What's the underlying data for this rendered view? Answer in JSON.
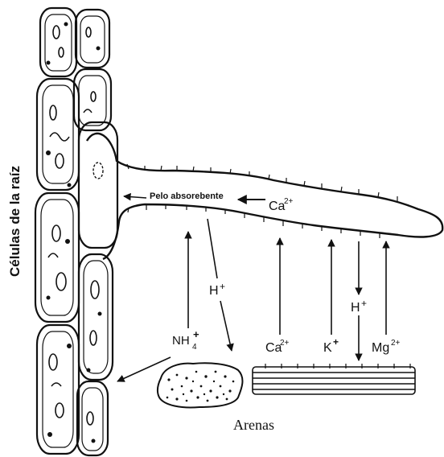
{
  "labels": {
    "side_title": "Células de la raíz",
    "root_hair": "Pelo absorebente",
    "ca_inside": "Ca",
    "ca_inside_sup": "2+",
    "h_left": "H",
    "h_left_sup": "+",
    "h_right": "H",
    "h_right_sup": "+",
    "nh4": "NH",
    "nh4_sub": "4",
    "nh4_sup": "+",
    "ca_bottom": "Ca",
    "ca_bottom_sup": "2+",
    "k": "K",
    "k_sup": "+",
    "mg": "Mg",
    "mg_sup": "2+",
    "sands": "Arenas"
  },
  "colors": {
    "ink": "#111111",
    "background": "#ffffff"
  }
}
